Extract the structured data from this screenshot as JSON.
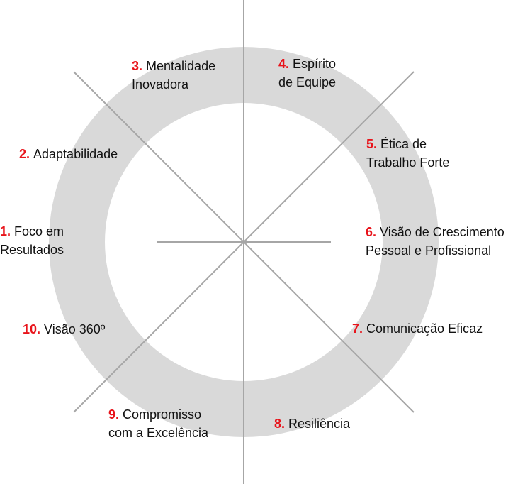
{
  "colors": {
    "ring": "#d9d9d9",
    "lines": "#a6a6a6",
    "number": "#e8141b",
    "text": "#111111"
  },
  "items": [
    {
      "number": "1.",
      "line1": "Foco em",
      "line2": "Resultados"
    },
    {
      "number": "2.",
      "line1": "Adaptabilidade",
      "line2": ""
    },
    {
      "number": "3.",
      "line1": "Mentalidade",
      "line2": "Inovadora"
    },
    {
      "number": "4.",
      "line1": "Espírito",
      "line2": "de Equipe"
    },
    {
      "number": "5.",
      "line1": "Ética de",
      "line2": "Trabalho Forte"
    },
    {
      "number": "6.",
      "line1": "Visão de Crescimento",
      "line2": "Pessoal e Profissional"
    },
    {
      "number": "7.",
      "line1": "Comunicação Eficaz",
      "line2": ""
    },
    {
      "number": "8.",
      "line1": "Resiliência",
      "line2": ""
    },
    {
      "number": "9.",
      "line1": "Compromisso",
      "line2": "com a Excelência"
    },
    {
      "number": "10.",
      "line1": "Visão 360º",
      "line2": ""
    }
  ]
}
